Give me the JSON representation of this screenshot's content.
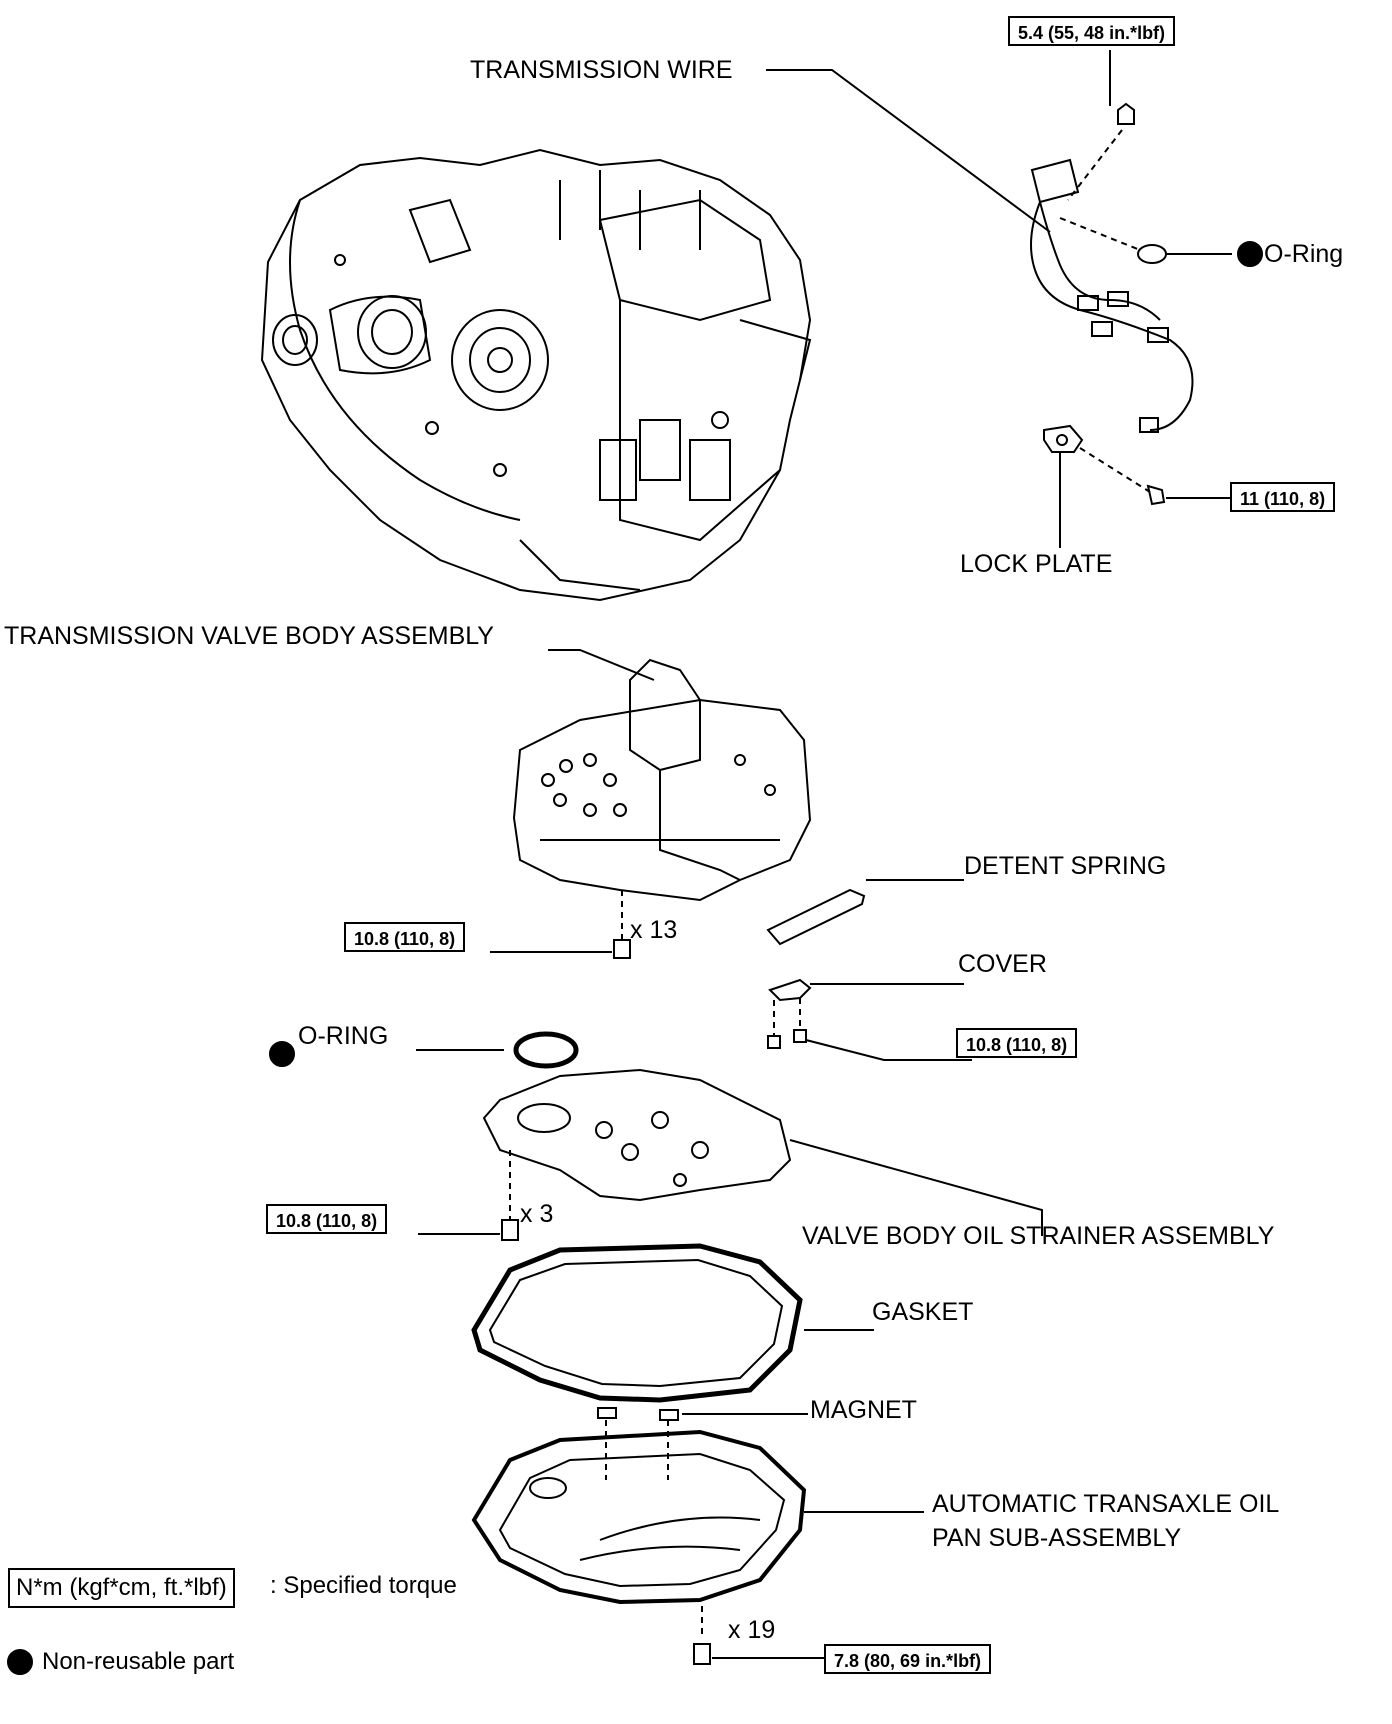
{
  "labels": {
    "transmission_wire": "TRANSMISSION WIRE",
    "o_ring_top": "O-Ring",
    "lock_plate": "LOCK PLATE",
    "valve_body": "TRANSMISSION VALVE BODY ASSEMBLY",
    "detent_spring": "DETENT SPRING",
    "cover": "COVER",
    "o_ring_mid": "O-RING",
    "strainer": "VALVE BODY OIL STRAINER ASSEMBLY",
    "gasket": "GASKET",
    "magnet": "MAGNET",
    "oil_pan_line1": "AUTOMATIC TRANSAXLE OIL",
    "oil_pan_line2": "PAN SUB-ASSEMBLY"
  },
  "torques": {
    "wire_bolt": "5.4 (55, 48 in.*lbf)",
    "lock_plate_bolt": "11 (110, 8)",
    "valve_body_bolts": "10.8 (110, 8)",
    "cover_bolts": "10.8 (110, 8)",
    "strainer_bolts": "10.8 (110, 8)",
    "oil_pan_bolts": "7.8 (80, 69 in.*lbf)"
  },
  "quantities": {
    "valve_body": "x 13",
    "strainer": "x 3",
    "oil_pan": "x 19"
  },
  "legend": {
    "torque_box": "N*m (kgf*cm, ft.*lbf)",
    "torque_text": ": Specified torque",
    "nonreusable_text": "Non-reusable part"
  }
}
